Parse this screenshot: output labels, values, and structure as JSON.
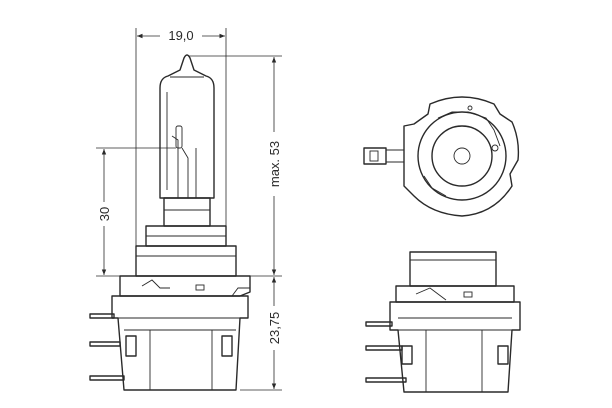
{
  "dimensions": {
    "width_top": "19,0",
    "height_total": "max. 53",
    "height_light_center": "30",
    "height_base": "23,75"
  }
}
